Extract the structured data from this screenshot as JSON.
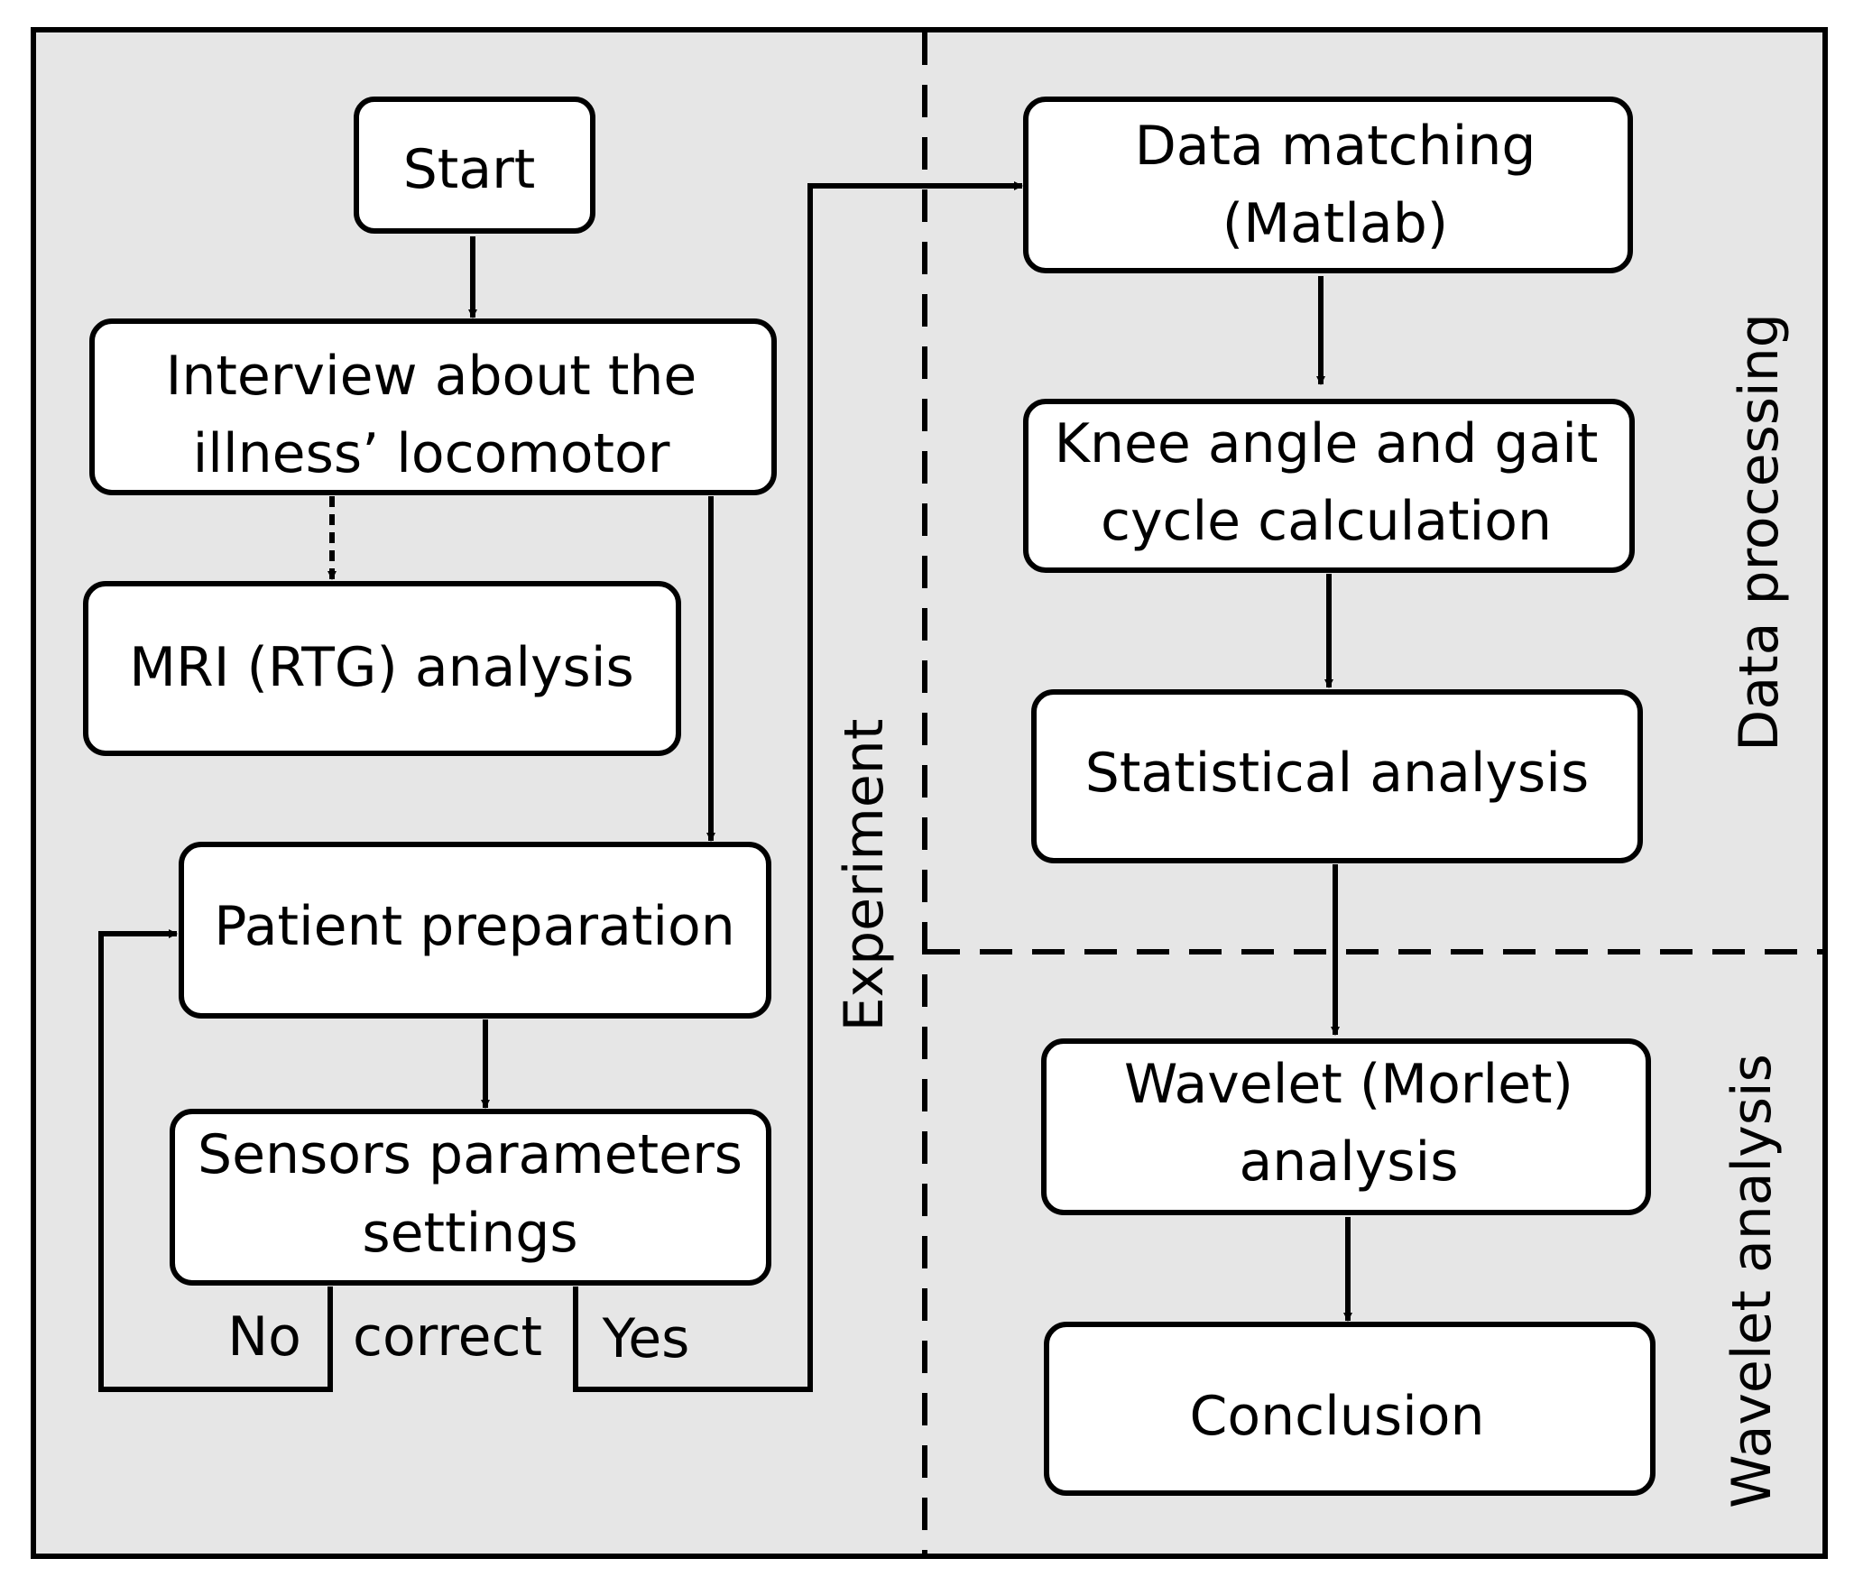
{
  "colors": {
    "panel_fill": "#e6e6e6",
    "box_fill": "#ffffff",
    "stroke": "#000000"
  },
  "sections": {
    "experiment": "Experiment",
    "data_processing": "Data processing",
    "wavelet_analysis": "Wavelet analysis"
  },
  "boxes": {
    "start": {
      "lines": [
        "Start"
      ]
    },
    "interview": {
      "lines": [
        "Interview about the",
        "illness’ locomotor"
      ]
    },
    "mri": {
      "lines": [
        "MRI (RTG) analysis"
      ]
    },
    "patient": {
      "lines": [
        "Patient preparation"
      ]
    },
    "sensors": {
      "lines": [
        "Sensors parameters",
        "settings"
      ]
    },
    "matching": {
      "lines": [
        "Data matching",
        "(Matlab)"
      ]
    },
    "knee": {
      "lines": [
        "Knee angle and gait",
        "cycle calculation"
      ]
    },
    "stats": {
      "lines": [
        "Statistical analysis"
      ]
    },
    "wavelet": {
      "lines": [
        "Wavelet (Morlet)",
        "analysis"
      ]
    },
    "conclusion": {
      "lines": [
        "Conclusion"
      ]
    }
  },
  "decision": {
    "no": "No",
    "condition": "correct",
    "yes": "Yes"
  }
}
